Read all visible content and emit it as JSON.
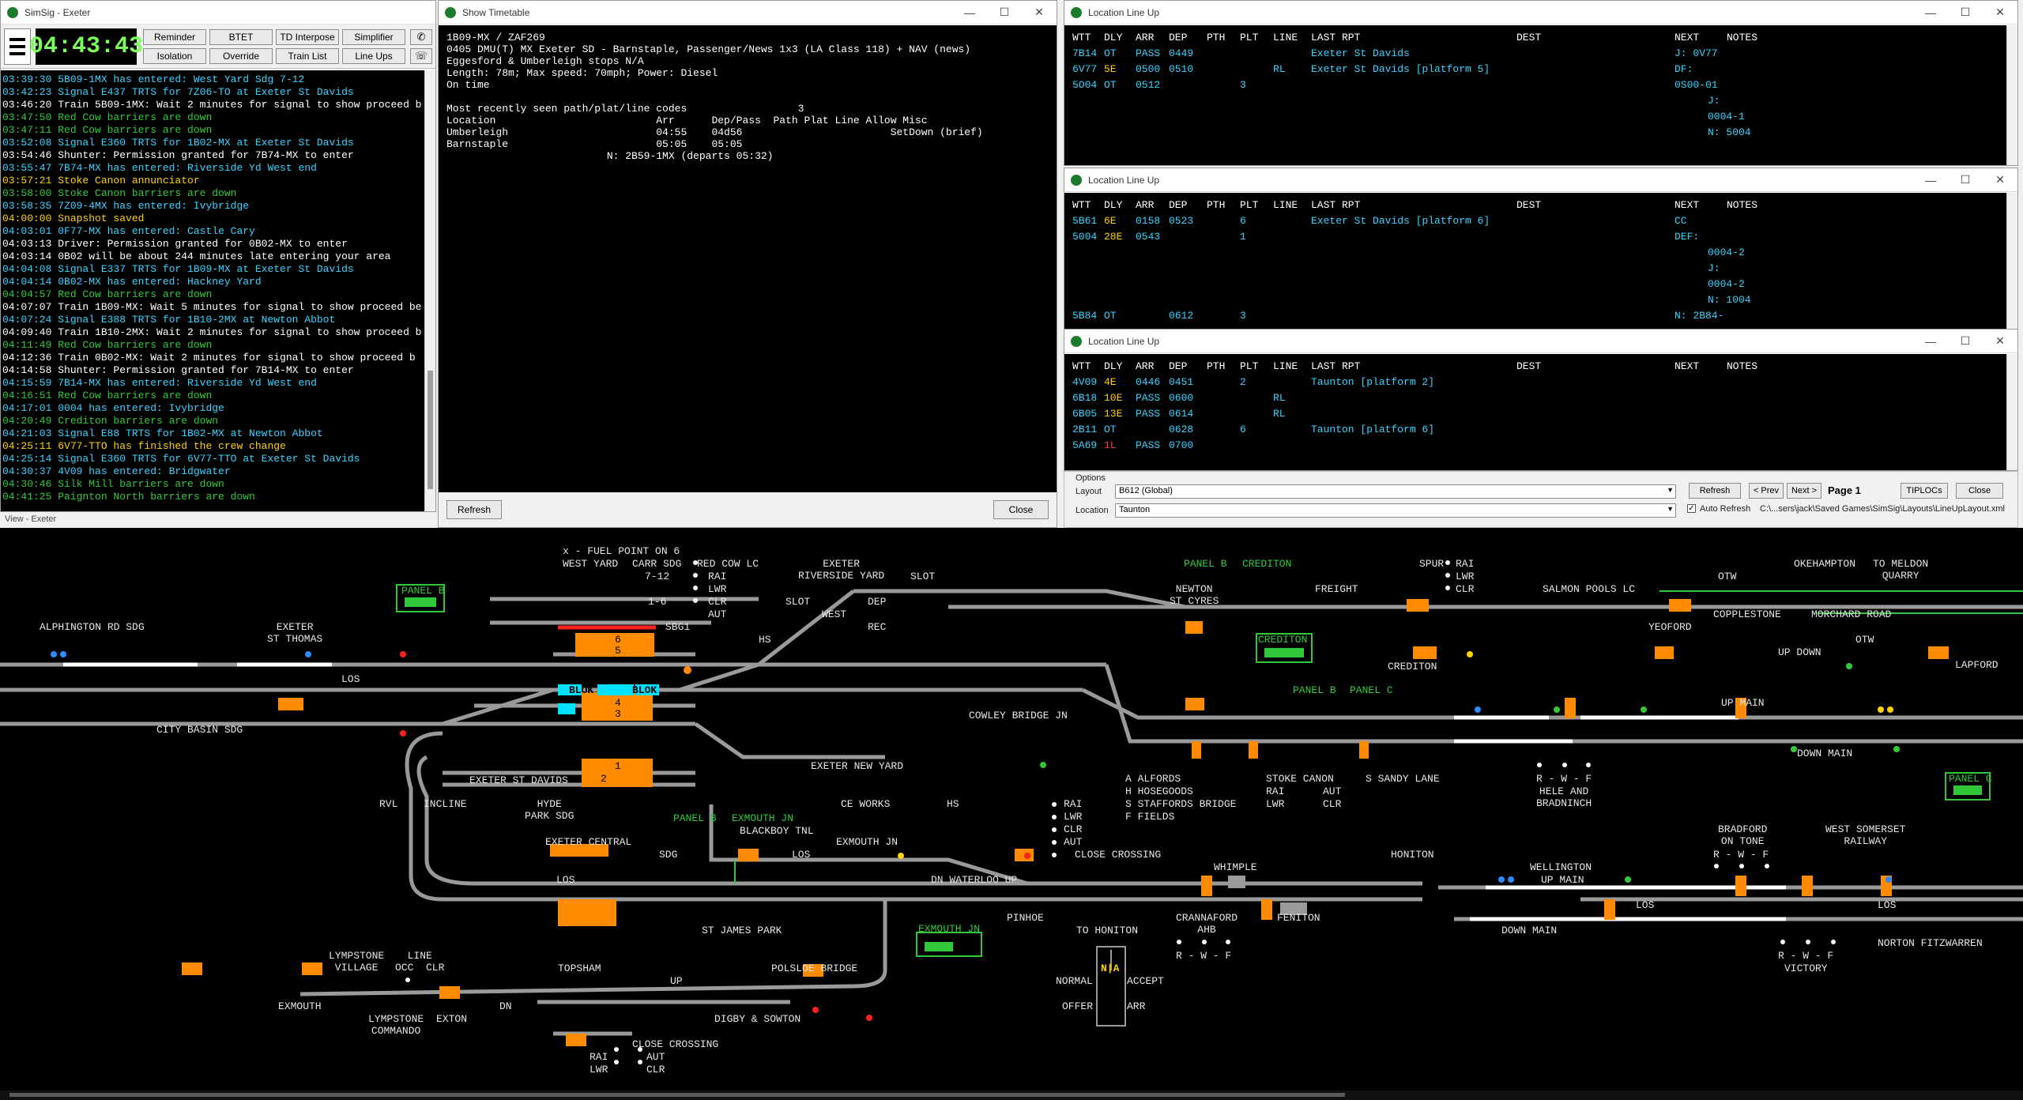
{
  "clock_window": {
    "title": "SimSig - Exeter",
    "time": "04:43:43",
    "buttons": [
      "Reminder",
      "BTET",
      "TD Interpose",
      "Simplifier",
      "Isolation",
      "Override",
      "Train List",
      "Line Ups"
    ],
    "phone_icons": [
      "phone-icon",
      "phone-list-icon"
    ],
    "log": [
      {
        "text": "03:39:30 5B09-1MX has entered: West Yard Sdg 7-12",
        "color": "#38d3ff"
      },
      {
        "text": "03:42:23 Signal E437 TRTS for 7Z06-TO at Exeter St Davids",
        "color": "#38d3ff"
      },
      {
        "text": "03:46:20 Train 5B09-1MX: Wait 2 minutes for signal to show proceed b",
        "color": "#ffffff"
      },
      {
        "text": "03:47:50 Red Cow barriers are down",
        "color": "#31c93a"
      },
      {
        "text": "03:47:11 Red Cow barriers are down",
        "color": "#31c93a"
      },
      {
        "text": "03:52:08 Signal E360 TRTS for 1B02-MX at Exeter St Davids",
        "color": "#38d3ff"
      },
      {
        "text": "03:54:46 Shunter: Permission granted for 7B74-MX to enter",
        "color": "#ffffff"
      },
      {
        "text": "03:55:47 7B74-MX has entered: Riverside Yd West end",
        "color": "#38d3ff"
      },
      {
        "text": "03:57:21  Stoke Canon annunciator",
        "color": "#ffd200"
      },
      {
        "text": "03:58:00 Stoke Canon barriers are down",
        "color": "#31c93a"
      },
      {
        "text": "03:58:35 7Z09-4MX has entered: Ivybridge",
        "color": "#38d3ff"
      },
      {
        "text": "04:00:00 Snapshot saved",
        "color": "#ffd200"
      },
      {
        "text": "04:03:01 0F77-MX has entered: Castle Cary",
        "color": "#38d3ff"
      },
      {
        "text": "04:03:13 Driver: Permission granted for 0B02-MX to enter",
        "color": "#ffffff"
      },
      {
        "text": "04:03:14 0B02 will be about 244 minutes late entering your area",
        "color": "#ffffff"
      },
      {
        "text": "04:04:08 Signal E337 TRTS for 1B09-MX at Exeter St Davids",
        "color": "#38d3ff"
      },
      {
        "text": "04:04:14 0B02-MX has entered: Hackney Yard",
        "color": "#38d3ff"
      },
      {
        "text": "04:04:57 Red Cow barriers are down",
        "color": "#31c93a"
      },
      {
        "text": "04:07:07 Train 1B09-MX: Wait 5 minutes for signal to show proceed be",
        "color": "#ffffff"
      },
      {
        "text": "04:07:24 Signal E388 TRTS for 1B10-2MX at Newton Abbot",
        "color": "#38d3ff"
      },
      {
        "text": "04:09:40 Train 1B10-2MX: Wait 2 minutes for signal to show proceed b",
        "color": "#ffffff"
      },
      {
        "text": "04:11:49 Red Cow barriers are down",
        "color": "#31c93a"
      },
      {
        "text": "04:12:36 Train 0B02-MX: Wait 2 minutes for signal to show proceed b",
        "color": "#ffffff"
      },
      {
        "text": "04:14:58 Shunter: Permission granted for 7B14-MX to enter",
        "color": "#ffffff"
      },
      {
        "text": "04:15:59 7B14-MX has entered: Riverside Yd West end",
        "color": "#38d3ff"
      },
      {
        "text": "04:16:51 Red Cow barriers are down",
        "color": "#31c93a"
      },
      {
        "text": "04:17:01 0004 has entered: Ivybridge",
        "color": "#38d3ff"
      },
      {
        "text": "04:20:49 Crediton barriers are down",
        "color": "#31c93a"
      },
      {
        "text": "04:21:03 Signal E88 TRTS for 1B02-MX at Newton Abbot",
        "color": "#38d3ff"
      },
      {
        "text": "04:25:11 6V77-TTO has finished the crew change",
        "color": "#ffd200"
      },
      {
        "text": "04:25:14 Signal E360 TRTS for 6V77-TTO at Exeter St Davids",
        "color": "#38d3ff"
      },
      {
        "text": "04:30:37 4V09 has entered: Bridgwater",
        "color": "#38d3ff"
      },
      {
        "text": "04:30:46 Silk Mill barriers are down",
        "color": "#31c93a"
      },
      {
        "text": "04:41:25 Paignton North barriers are down",
        "color": "#31c93a"
      }
    ]
  },
  "timetable_window": {
    "title": "Show Timetable",
    "lines": [
      "1B09-MX / ZAF269",
      "0405 DMU(T) MX Exeter SD - Barnstaple, Passenger/News 1x3 (LA Class 118) + NAV (news)",
      "Eggesford & Umberleigh stops N/A",
      "Length: 78m; Max speed: 70mph; Power: Diesel",
      "On time",
      "",
      "Most recently seen path/plat/line codes                  3",
      "Location                          Arr      Dep/Pass  Path Plat Line Allow Misc",
      "Umberleigh                        04:55    04d56                        SetDown (brief)",
      "Barnstaple                        05:05    05:05",
      "                          N: 2B59-1MX (departs 05:32)"
    ],
    "refresh": "Refresh",
    "close": "Close"
  },
  "lineups": [
    {
      "title": "Location Line Up",
      "headers": [
        "WTT",
        "DLY",
        "ARR",
        "DEP",
        "PTH",
        "PLT",
        "LINE",
        "LAST RPT",
        "DEST",
        "NEXT",
        "NOTES"
      ],
      "rows": [
        {
          "wtt": "7B14",
          "dly": "OT",
          "arr": "PASS",
          "dep": "0449",
          "pth": "",
          "plt": "",
          "line": "",
          "last": "Exeter St Davids",
          "dest": "",
          "next": "J: 0V77",
          "dly_color": "#38d3ff"
        },
        {
          "wtt": "6V77",
          "dly": "5E",
          "arr": "0500",
          "dep": "0510",
          "pth": "",
          "plt": "",
          "line": "RL",
          "last": "Exeter St Davids [platform 5]",
          "dest": "",
          "next": "DF:",
          "dly_color": "#ffd200"
        },
        {
          "wtt": "5O04",
          "dly": "OT",
          "arr": "0512",
          "dep": "",
          "pth": "",
          "plt": "3",
          "line": "",
          "last": "",
          "dest": "",
          "next": "0S00-01",
          "dly_color": "#38d3ff"
        }
      ],
      "extra_next": [
        "J:",
        "0004-1",
        "N: 5004"
      ]
    },
    {
      "title": "Location Line Up",
      "headers": [
        "WTT",
        "DLY",
        "ARR",
        "DEP",
        "PTH",
        "PLT",
        "LINE",
        "LAST RPT",
        "DEST",
        "NEXT",
        "NOTES"
      ],
      "rows": [
        {
          "wtt": "5B61",
          "dly": "6E",
          "arr": "0158",
          "dep": "0523",
          "pth": "",
          "plt": "6",
          "line": "",
          "last": "Exeter St Davids [platform 6]",
          "dest": "",
          "next": "CC",
          "dly_color": "#ffd200"
        },
        {
          "wtt": "5004",
          "dly": "28E",
          "arr": "0543",
          "dep": "",
          "pth": "",
          "plt": "1",
          "line": "",
          "last": "",
          "dest": "",
          "next": "DEF:",
          "dly_color": "#ffd200"
        }
      ],
      "extra_next": [
        "0004-2",
        "J:",
        "0004-2",
        "N: 1004"
      ],
      "tail_row": {
        "wtt": "5B84",
        "dly": "OT",
        "arr": "",
        "dep": "0612",
        "pth": "",
        "plt": "3",
        "line": "",
        "last": "",
        "dest": "",
        "next": "N: 2B84-",
        "dly_color": "#38d3ff"
      }
    },
    {
      "title": "Location Line Up",
      "headers": [
        "WTT",
        "DLY",
        "ARR",
        "DEP",
        "PTH",
        "PLT",
        "LINE",
        "LAST RPT",
        "DEST",
        "NEXT",
        "NOTES"
      ],
      "rows": [
        {
          "wtt": "4V09",
          "dly": "4E",
          "arr": "0446",
          "dep": "0451",
          "pth": "",
          "plt": "2",
          "line": "",
          "last": "Taunton [platform 2]",
          "dest": "",
          "next": "",
          "dly_color": "#ffd200"
        },
        {
          "wtt": "6B18",
          "dly": "10E",
          "arr": "PASS",
          "dep": "0600",
          "pth": "",
          "plt": "",
          "line": "RL",
          "last": "",
          "dest": "",
          "next": "",
          "dly_color": "#ffd200"
        },
        {
          "wtt": "6B05",
          "dly": "13E",
          "arr": "PASS",
          "dep": "0614",
          "pth": "",
          "plt": "",
          "line": "RL",
          "last": "",
          "dest": "",
          "next": "",
          "dly_color": "#ffd200"
        },
        {
          "wtt": "2B11",
          "dly": "OT",
          "arr": "",
          "dep": "0628",
          "pth": "",
          "plt": "6",
          "line": "",
          "last": "Taunton [platform 6]",
          "dest": "",
          "next": "",
          "dly_color": "#38d3ff"
        },
        {
          "wtt": "5A69",
          "dly": "1L",
          "arr": "PASS",
          "dep": "0700",
          "pth": "",
          "plt": "",
          "line": "",
          "last": "",
          "dest": "",
          "next": "",
          "dly_color": "#ff3b3b"
        }
      ]
    }
  ],
  "options": {
    "group_label": "Options",
    "layout_label": "Layout",
    "layout_value": "B612 (Global)",
    "location_label": "Location",
    "location_value": "Taunton",
    "refresh": "Refresh",
    "prev": "< Prev",
    "next": "Next >",
    "page": "Page 1",
    "tiplocs": "TIPLOCs",
    "close": "Close",
    "auto_refresh": "Auto Refresh",
    "path": "C:\\...sers\\jack\\Saved Games\\SimSig\\Layouts\\LineUpLayout.xml"
  },
  "view": {
    "caption": "View - Exeter",
    "labels": {
      "fuel_point": "x - FUEL POINT ON 6",
      "west_yard": "WEST YARD",
      "carr_sdg": "CARR SDG",
      "sdg_7_12": "7-12",
      "sdg_1_6": "1-6",
      "red_cow_lc": "RED COW LC",
      "rai": "RAI",
      "lwr": "LWR",
      "clr": "CLR",
      "aut": "AUT",
      "exeter_riverside_yard": "EXETER\nRIVERSIDE YARD",
      "slot": "SLOT",
      "west": "WEST",
      "dep": "DEP",
      "rec": "REC",
      "hs": "HS",
      "alphington_rd_sdg": "ALPHINGTON RD SDG",
      "exeter_st_thomas": "EXETER\nST THOMAS",
      "los": "LOS",
      "city_basin_sdg": "CITY BASIN SDG",
      "exeter_st_davids": "EXETER ST DAVIDS",
      "exeter_new_yard": "EXETER NEW YARD",
      "cowley_bridge_jn": "COWLEY BRIDGE JN",
      "panel_b": "PANEL B",
      "panel_c": "PANEL C",
      "newton_st_cyres": "NEWTON\nST CYRES",
      "crediton": "CREDITON",
      "spur": "SPUR",
      "freight": "FREIGHT",
      "salmon_pools_lc": "SALMON POOLS LC",
      "okehampton": "OKEHAMPTON",
      "to_meldon_quarry": "TO MELDON\nQUARRY",
      "otw": "OTW",
      "yeoford": "YEOFORD",
      "copplestone": "COPPLESTONE",
      "morchard_road": "MORCHARD ROAD",
      "up_down": "UP DOWN",
      "lapford": "LAPFORD",
      "up_main": "UP MAIN",
      "down_main": "DOWN MAIN",
      "legend": "A ALFORDS\nH HOSEGOODS\nS STAFFORDS BRIDGE\nF FIELDS",
      "stoke_canon": "STOKE CANON",
      "s_sandy_lane": "S SANDY LANE",
      "rwf": "R - W - F",
      "hele_bradninch": "HELE AND\nBRADNINCH",
      "rvl": "RVL",
      "incline": "INCLINE",
      "hyde_park_sdg": "HYDE\nPARK SDG",
      "exmouth_jn": "EXMOUTH JN",
      "blackboy_tnl": "BLACKBOY TNL",
      "ce_works": "CE WORKS",
      "close_crossing": "CLOSE CROSSING",
      "exeter_central": "EXETER CENTRAL",
      "sdg": "SDG",
      "dn_waterloo_up": "DN WATERLOO UP",
      "pinhoe": "PINHOE",
      "st_james_park": "ST JAMES PARK",
      "to_honiton": "TO HONITON",
      "whimple": "WHIMPLE",
      "cranmore": "CRANNAFORD\nAHB",
      "feniton": "FENITON",
      "honiton": "HONITON",
      "wellington": "WELLINGTON",
      "bradford_on_tone": "BRADFORD\nON TONE",
      "west_somerset_railway": "WEST SOMERSET\nRAILWAY",
      "victory": "VICTORY",
      "norton_fitzwarren": "NORTON FITZWARREN",
      "lympstone_village": "LYMPSTONE\nVILLAGE",
      "line_occ_clr": "LINE\nOCC  CLR",
      "topsham": "TOPSHAM",
      "polsloe_bridge": "POLSLOE BRIDGE",
      "exmouth": "EXMOUTH",
      "lympstone_commando": "LYMPSTONE\nCOMMANDO",
      "exton": "EXTON",
      "up": "UP",
      "dn": "DN",
      "digby_sowton": "DIGBY & SOWTON",
      "normal": "NORMAL",
      "accept": "ACCEPT",
      "offer": "OFFER",
      "arr": "ARR",
      "nia": "N|A",
      "blok": "BLOK",
      "sbg1": "SBG1",
      "plat_6": "6",
      "plat_5": "5",
      "plat_4": "4",
      "plat_3": "3",
      "plat_1": "1",
      "plat_2": "2"
    }
  }
}
